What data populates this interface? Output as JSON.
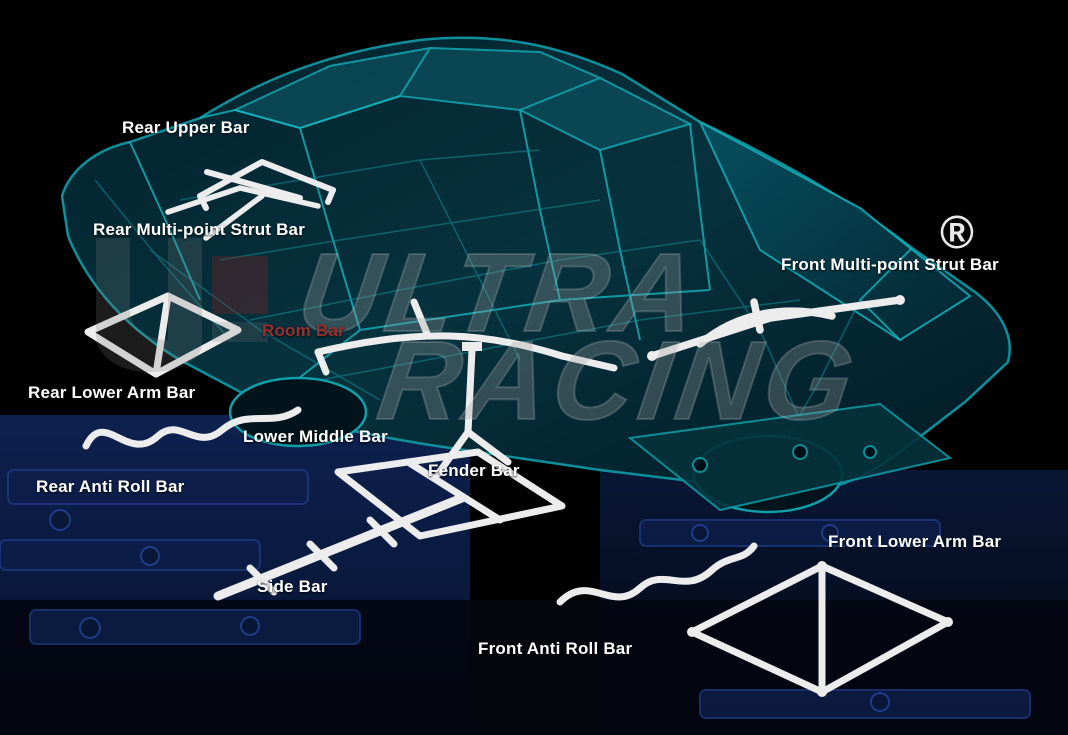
{
  "diagram": {
    "title": "Car chassis strengthening bars diagram",
    "registered_mark": "®",
    "watermark": {
      "line1": "ULTRA",
      "line2": "RACING"
    },
    "colors": {
      "label_default": "#ffffff",
      "label_room_bar": "#9b2f2f",
      "bar_white": "#ececec",
      "chassis_teal": "#0e8f9b",
      "floor_navy": "#0d1f4a"
    },
    "labels": [
      {
        "id": "rear-upper-bar",
        "text": "Rear Upper Bar",
        "color": "#ffffff"
      },
      {
        "id": "rear-multi-point-strut-bar",
        "text": "Rear Multi-point Strut Bar",
        "color": "#ffffff"
      },
      {
        "id": "room-bar",
        "text": "Room Bar",
        "color": "#9b2f2f"
      },
      {
        "id": "rear-lower-arm-bar",
        "text": "Rear Lower Arm Bar",
        "color": "#ffffff"
      },
      {
        "id": "lower-middle-bar",
        "text": "Lower Middle Bar",
        "color": "#ffffff"
      },
      {
        "id": "rear-anti-roll-bar",
        "text": "Rear Anti Roll Bar",
        "color": "#ffffff"
      },
      {
        "id": "fender-bar",
        "text": "Fender Bar",
        "color": "#ffffff"
      },
      {
        "id": "side-bar",
        "text": "Side Bar",
        "color": "#ffffff"
      },
      {
        "id": "front-anti-roll-bar",
        "text": "Front Anti Roll Bar",
        "color": "#ffffff"
      },
      {
        "id": "front-multi-point-strut-bar",
        "text": "Front Multi-point Strut Bar",
        "color": "#ffffff"
      },
      {
        "id": "front-lower-arm-bar",
        "text": "Front Lower Arm Bar",
        "color": "#ffffff"
      }
    ]
  }
}
